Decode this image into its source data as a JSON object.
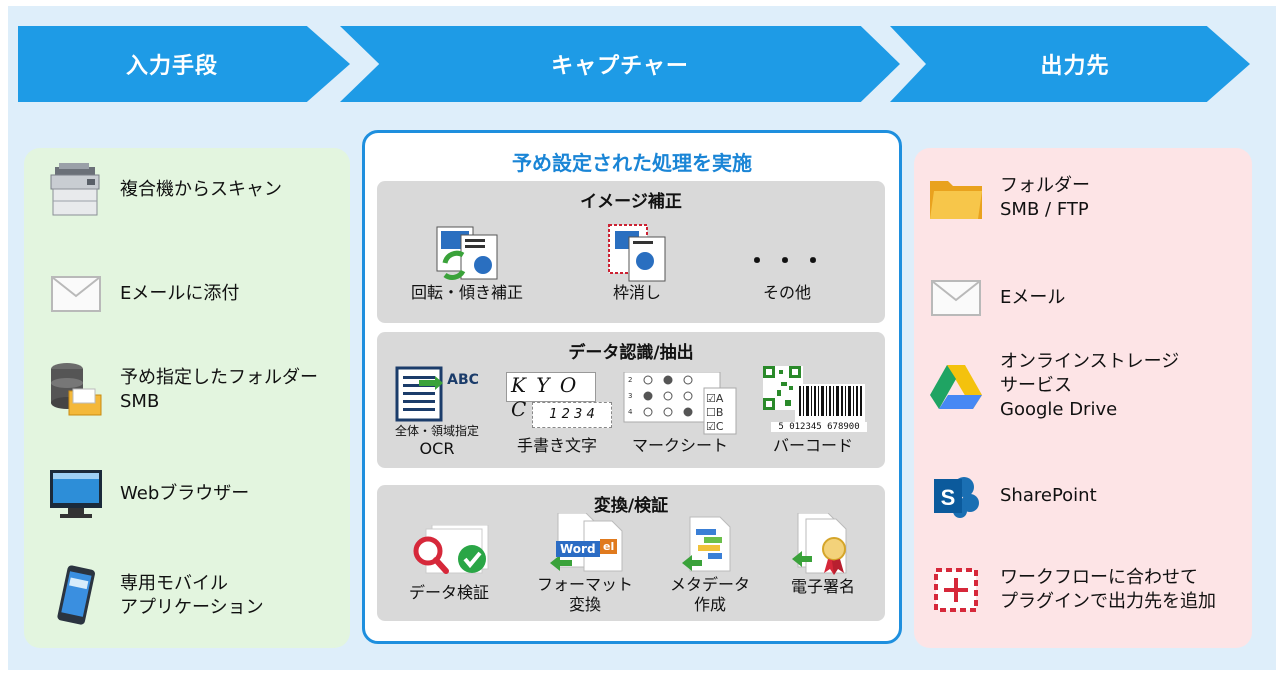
{
  "steps": {
    "input": "入力手段",
    "capture": "キャプチャー",
    "output": "出力先"
  },
  "input_items": [
    {
      "label": "複合機からスキャン",
      "icon": "printer-icon"
    },
    {
      "label": "Eメールに添付",
      "icon": "envelope-icon"
    },
    {
      "label": "予め指定したフォルダー\nSMB",
      "icon": "database-folder-icon"
    },
    {
      "label": "Webブラウザー",
      "icon": "monitor-icon"
    },
    {
      "label": "専用モバイル\nアプリケーション",
      "icon": "smartphone-icon"
    }
  ],
  "capture": {
    "title": "予め設定された処理を実施",
    "image_correction": {
      "title": "イメージ補正",
      "items": [
        "回転・傾き補正",
        "枠消し",
        "その他"
      ],
      "more": "・・・"
    },
    "data_recognition": {
      "title": "データ認識/抽出",
      "ocr_sub": "全体・領域指定",
      "ocr_text": "ABC",
      "handwriting_sample": "K Y O C",
      "handwriting_digits": "1 2 3 4",
      "barcode_digits": "5 012345 678900",
      "items": [
        "OCR",
        "手書き文字",
        "マークシート",
        "バーコード"
      ]
    },
    "convert_verify": {
      "title": "変換/検証",
      "word_badge": "Word",
      "excel_badge": "el",
      "items": [
        "データ検証",
        "フォーマット\n変換",
        "メタデータ\n作成",
        "電子署名"
      ]
    }
  },
  "output_items": [
    {
      "label": "フォルダー\nSMB / FTP",
      "icon": "folder-icon"
    },
    {
      "label": "Eメール",
      "icon": "envelope-icon"
    },
    {
      "label": "オンラインストレージ\nサービス\nGoogle Drive",
      "icon": "google-drive-icon"
    },
    {
      "label": "SharePoint",
      "icon": "sharepoint-icon"
    },
    {
      "label": "ワークフローに合わせて\nプラグインで出力先を追加",
      "icon": "plugin-add-icon"
    }
  ],
  "colors": {
    "accent": "#1e9be6",
    "input_panel": "#e3f5df",
    "output_panel": "#fde4e6",
    "section_gray": "#d9d9d9"
  }
}
